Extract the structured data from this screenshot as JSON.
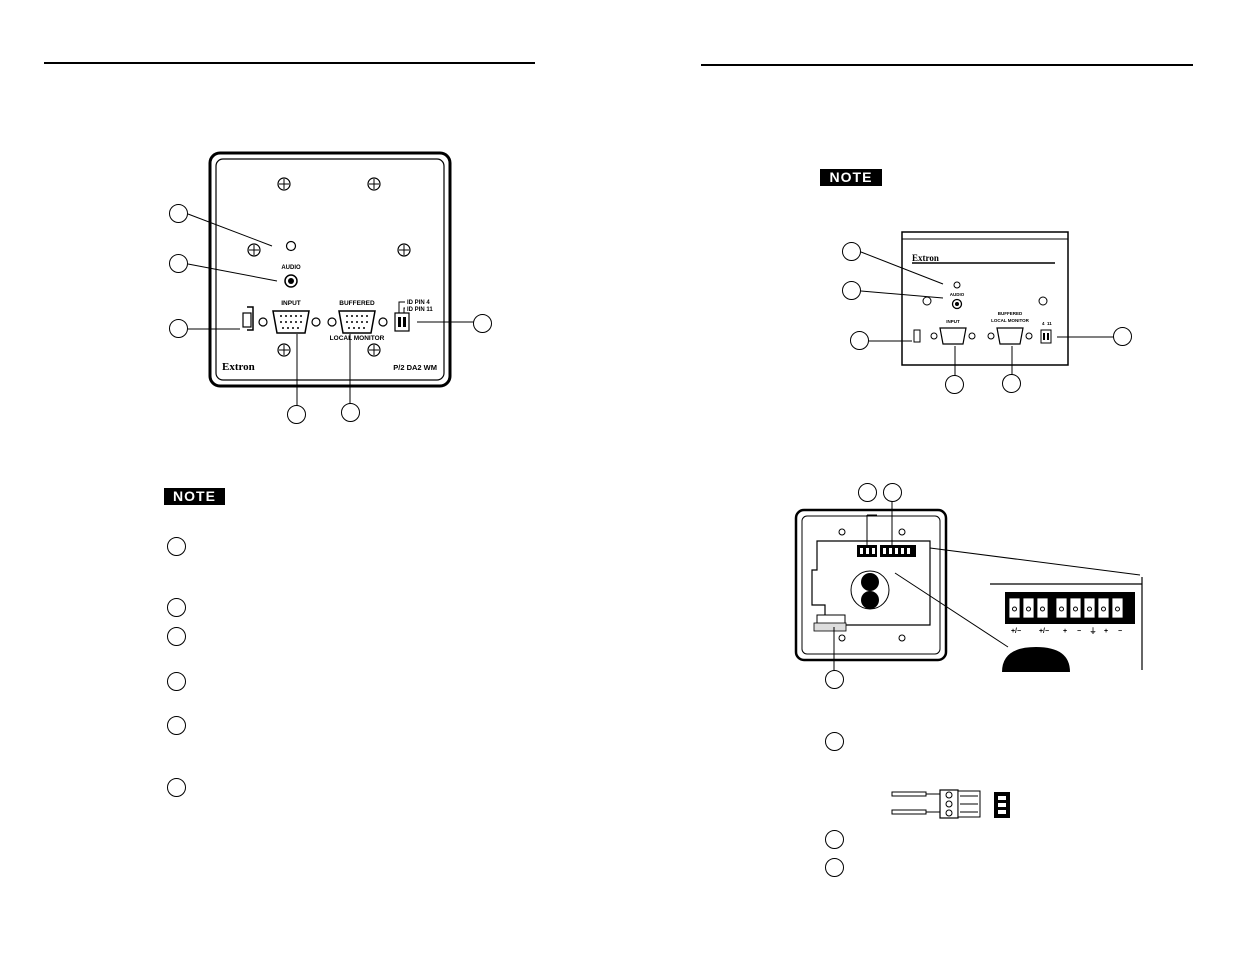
{
  "left_page": {
    "note_label": "NOTE",
    "panel": {
      "audio_label": "AUDIO",
      "input_label": "INPUT",
      "buffered_label": "BUFFERED",
      "local_monitor_label": "LOCAL MONITOR",
      "id_pin4_label": "ID PIN 4",
      "id_pin11_label": "ID PIN 11",
      "brand": "Extron",
      "model": "P/2 DA2 WM"
    }
  },
  "right_page": {
    "note_label": "NOTE",
    "panel": {
      "brand": "Extron",
      "audio_label": "AUDIO",
      "input_label": "INPUT",
      "buffered_label": "BUFFERED",
      "local_monitor_label": "LOCAL MONITOR",
      "pin4_label": "4",
      "pin11_label": "11"
    },
    "terminal": {
      "label1": "+/−",
      "label2": "+/−",
      "label3": "+",
      "label4": "−",
      "label5": "⏚",
      "label6": "+",
      "label7": "−"
    }
  }
}
